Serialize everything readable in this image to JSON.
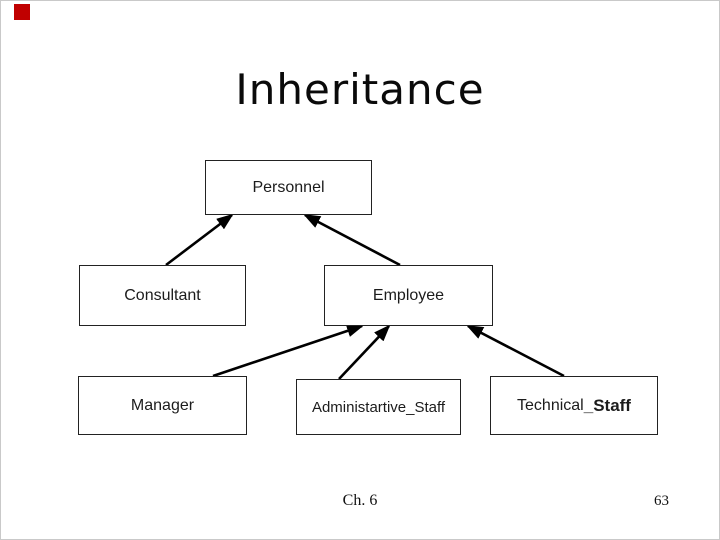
{
  "slide": {
    "title": "Inheritance",
    "accent_color": "#c00000",
    "footer": {
      "chapter": "Ch. 6",
      "page": "63"
    }
  },
  "diagram": {
    "type": "inheritance-hierarchy",
    "nodes": [
      {
        "id": "personnel",
        "label": "Personnel"
      },
      {
        "id": "consultant",
        "label": "Consultant"
      },
      {
        "id": "employee",
        "label": "Employee"
      },
      {
        "id": "manager",
        "label": "Manager"
      },
      {
        "id": "administartive_staff",
        "label": "Administartive_Staff"
      },
      {
        "id": "technical_staff",
        "label": "Technical ",
        "label_bold": "_Staff"
      }
    ],
    "edges": [
      {
        "from": "consultant",
        "to": "personnel"
      },
      {
        "from": "employee",
        "to": "personnel"
      },
      {
        "from": "manager",
        "to": "employee"
      },
      {
        "from": "administartive_staff",
        "to": "employee"
      },
      {
        "from": "technical_staff",
        "to": "employee"
      }
    ],
    "line_color": "#000000"
  }
}
